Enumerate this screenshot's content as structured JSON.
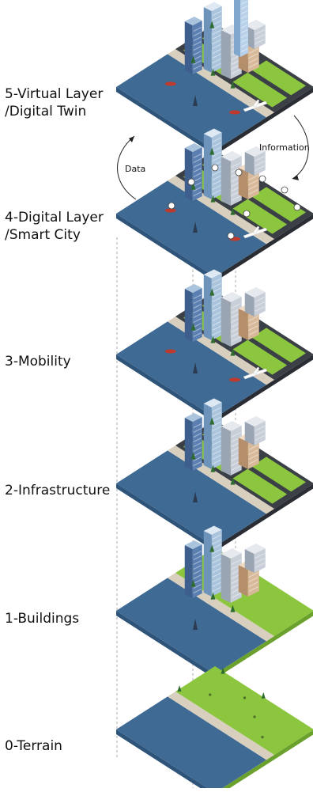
{
  "layers": [
    {
      "label": "5-Virtual Layer\n/Digital Twin",
      "kind": "virtual"
    },
    {
      "label": "4-Digital Layer\n/Smart City",
      "kind": "digital"
    },
    {
      "label": "3-Mobility",
      "kind": "mobility"
    },
    {
      "label": "2-Infrastructure",
      "kind": "infrastructure"
    },
    {
      "label": "1-Buildings",
      "kind": "buildings"
    },
    {
      "label": "0-Terrain",
      "kind": "terrain"
    }
  ],
  "flows": {
    "data_label": "Data",
    "information_label": "Information"
  },
  "colors": {
    "water": "#3f6a94",
    "water_edge": "#2f5479",
    "land": "#8cc63f",
    "land_dark": "#6aa02c",
    "road": "#3b3f46",
    "sand": "#d9cfbf",
    "tower_blue": "#5b7fb0",
    "tower_light": "#a9c4dc",
    "building_beige": "#d8b99a",
    "building_grey": "#c9cfd8"
  }
}
